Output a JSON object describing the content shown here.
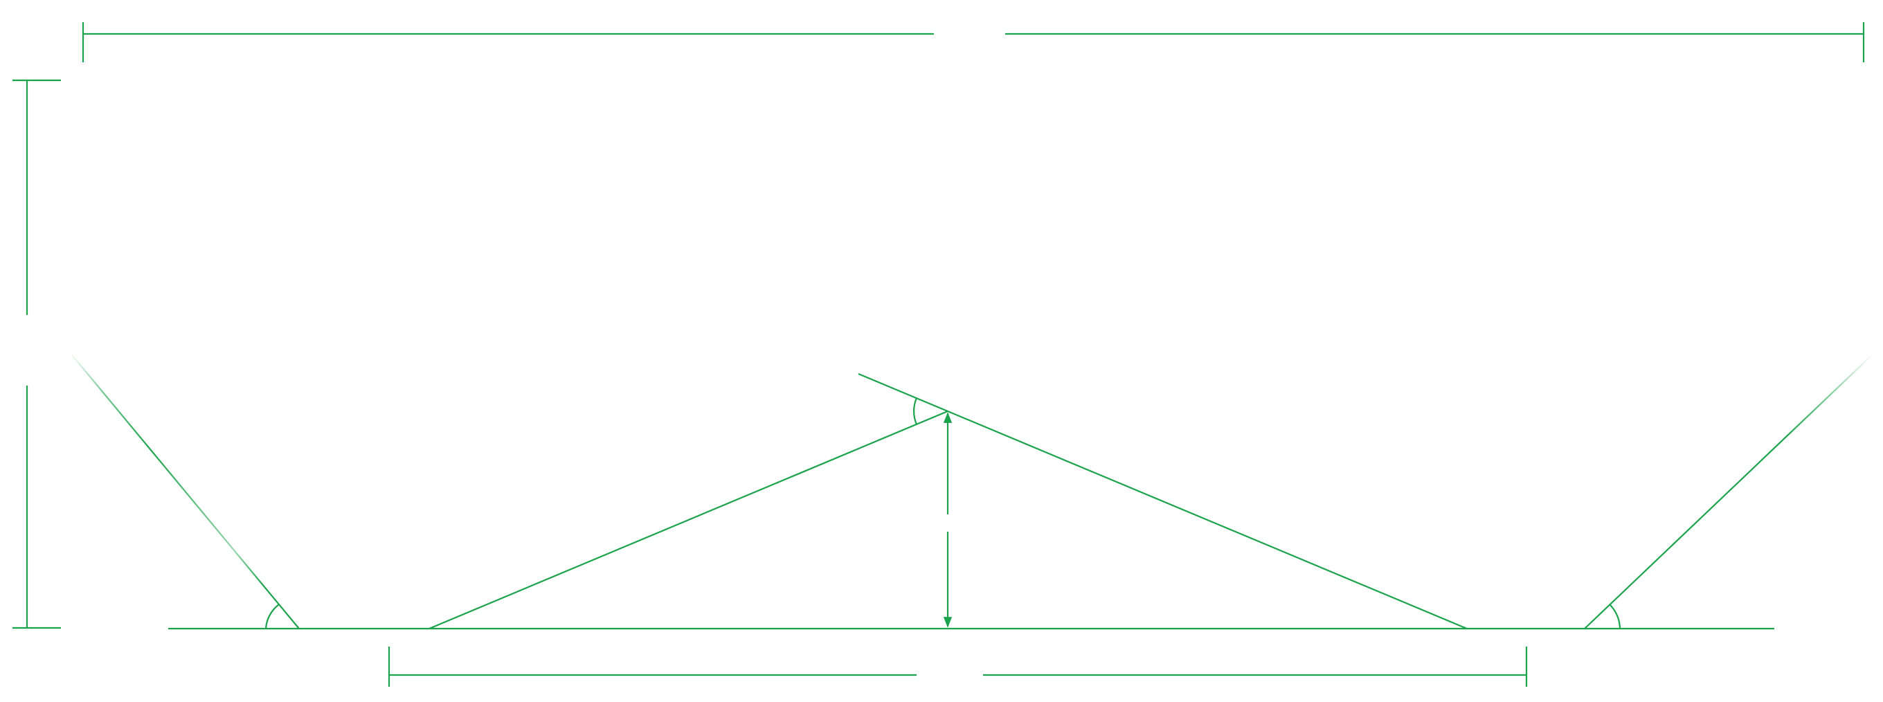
{
  "diagram": {
    "stroke_color": "#1aa34a",
    "background_color": "#ffffff",
    "elements": [
      "overall-width-dimension",
      "overall-height-dimension",
      "ground-baseline",
      "left-hopper-wall",
      "right-hopper-wall",
      "central-ridge",
      "ridge-extension-line",
      "ridge-height-dimension",
      "ridge-base-dimension",
      "left-wall-angle-arc",
      "right-wall-angle-arc",
      "ridge-angle-arc"
    ],
    "labels": []
  }
}
